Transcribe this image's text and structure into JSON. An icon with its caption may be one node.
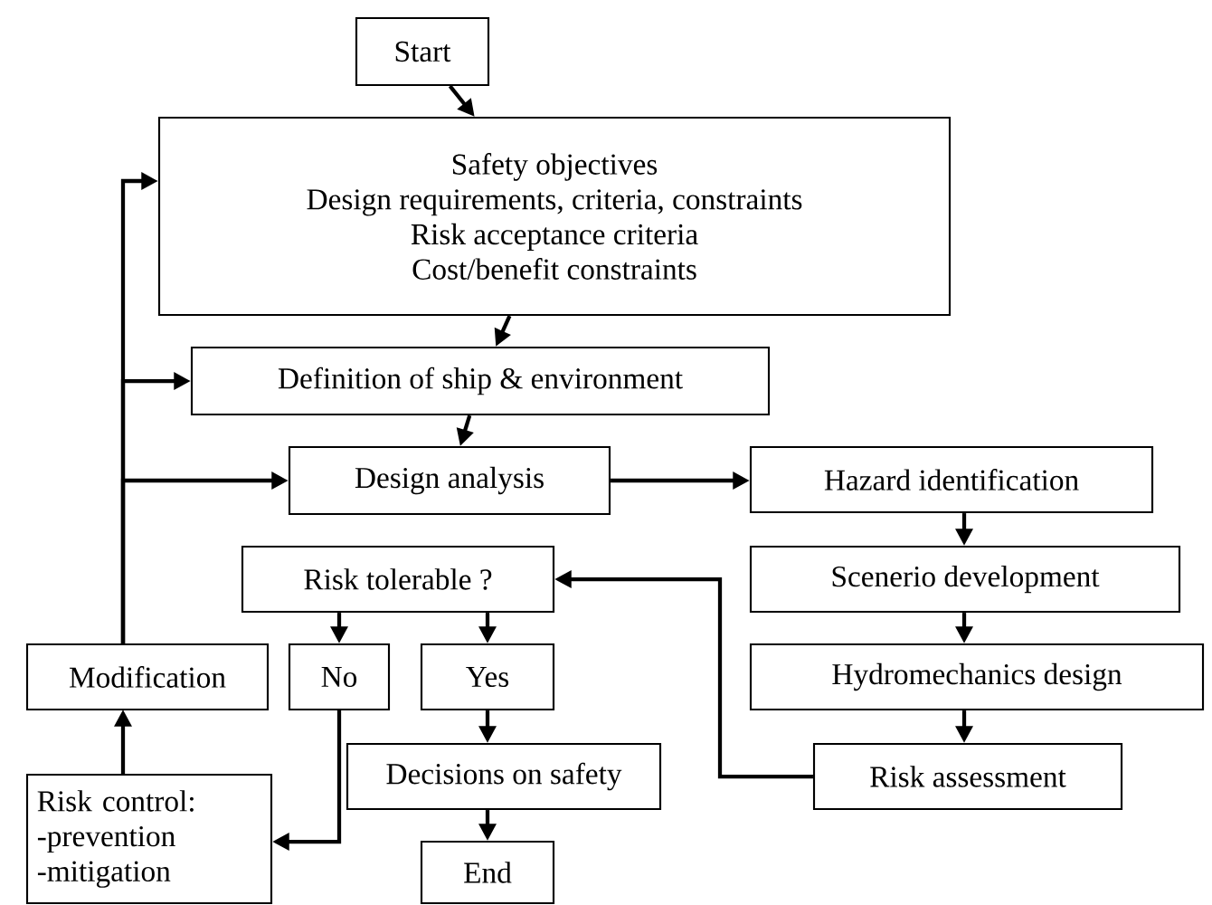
{
  "diagram": {
    "nodes": [
      {
        "text": [
          "Start"
        ]
      },
      {
        "text": [
          "Safety objectives",
          "Design requirements, criteria, constraints",
          "Risk acceptance criteria",
          "Cost/benefit constraints"
        ]
      },
      {
        "text": [
          "Definition of ship & environment"
        ]
      },
      {
        "text": [
          "Design analysis"
        ]
      },
      {
        "text": [
          "Hazard identification"
        ]
      },
      {
        "text": [
          "Risk tolerable ?"
        ]
      },
      {
        "text": [
          "Scenerio development"
        ]
      },
      {
        "text": [
          "Modification"
        ]
      },
      {
        "text": [
          "No"
        ]
      },
      {
        "text": [
          "Yes"
        ]
      },
      {
        "text": [
          "Hydromechanics design"
        ]
      },
      {
        "text": [
          "Risk control:",
          "-prevention",
          "-mitigation"
        ]
      },
      {
        "text": [
          "Decisions on safety"
        ]
      },
      {
        "text": [
          "Risk assessment"
        ]
      },
      {
        "text": [
          "End"
        ]
      }
    ],
    "edges": [
      {
        "from": 0,
        "to": 1,
        "arrow": "to"
      },
      {
        "from": 1,
        "to": 2,
        "arrow": "to"
      },
      {
        "from": 2,
        "to": 3,
        "arrow": "to"
      },
      {
        "from": 3,
        "to": 4,
        "arrow": "to"
      },
      {
        "from": 4,
        "to": 6,
        "arrow": "to"
      },
      {
        "from": 6,
        "to": 10,
        "arrow": "to"
      },
      {
        "from": 10,
        "to": 13,
        "arrow": "to"
      },
      {
        "from": 13,
        "to": 5,
        "arrow": "to"
      },
      {
        "from": 5,
        "to": 8,
        "arrow": "to"
      },
      {
        "from": 5,
        "to": 9,
        "arrow": "to"
      },
      {
        "from": 9,
        "to": 12,
        "arrow": "to"
      },
      {
        "from": 12,
        "to": 14,
        "arrow": "to"
      },
      {
        "from": 8,
        "to": 11,
        "arrow": "to"
      },
      {
        "from": 11,
        "to": 7,
        "arrow": "to"
      },
      {
        "from": 7,
        "to": 1,
        "arrow": "to"
      },
      {
        "from": 7,
        "to": 2,
        "arrow": "to"
      },
      {
        "from": 7,
        "to": 3,
        "arrow": "to"
      }
    ]
  }
}
